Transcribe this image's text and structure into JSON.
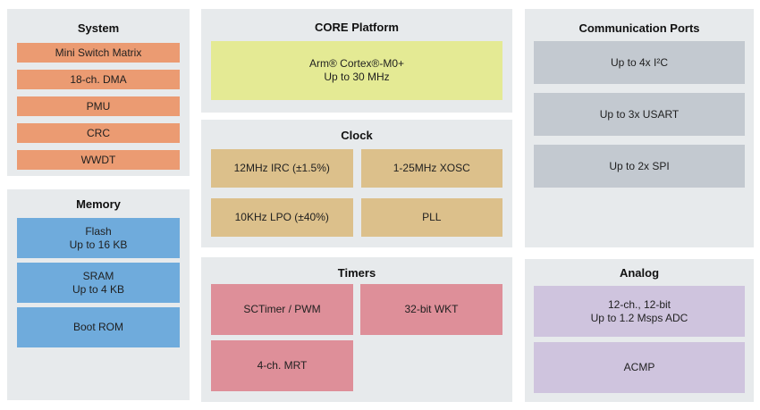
{
  "colors": {
    "panel-bg": "#e7eaec",
    "system-block": "#eb9b72",
    "memory-block": "#6fabdc",
    "core-block": "#e4ea94",
    "clock-block": "#dcc08b",
    "timers-block": "#de8f99",
    "comm-block": "#c3c9d0",
    "analog-block": "#cfc4de"
  },
  "panels": {
    "system": {
      "title": "System",
      "blocks": [
        "Mini Switch Matrix",
        "18-ch. DMA",
        "PMU",
        "CRC",
        "WWDT"
      ]
    },
    "memory": {
      "title": "Memory",
      "blocks": [
        "Flash\nUp to 16 KB",
        "SRAM\nUp to 4 KB",
        "Boot ROM"
      ]
    },
    "core": {
      "title": "CORE Platform",
      "blocks": [
        "Arm® Cortex®-M0+\nUp to 30 MHz"
      ]
    },
    "clock": {
      "title": "Clock",
      "blocks": [
        "12MHz IRC (±1.5%)",
        "1-25MHz XOSC",
        "10KHz LPO (±40%)",
        "PLL"
      ]
    },
    "timers": {
      "title": "Timers",
      "blocks": [
        "SCTimer / PWM",
        "32-bit WKT",
        "4-ch. MRT"
      ]
    },
    "comm": {
      "title": "Communication Ports",
      "blocks": [
        "Up to 4x I²C",
        "Up to 3x USART",
        "Up to 2x SPI"
      ]
    },
    "analog": {
      "title": "Analog",
      "blocks": [
        "12-ch., 12-bit\nUp to 1.2 Msps ADC",
        "ACMP"
      ]
    }
  }
}
